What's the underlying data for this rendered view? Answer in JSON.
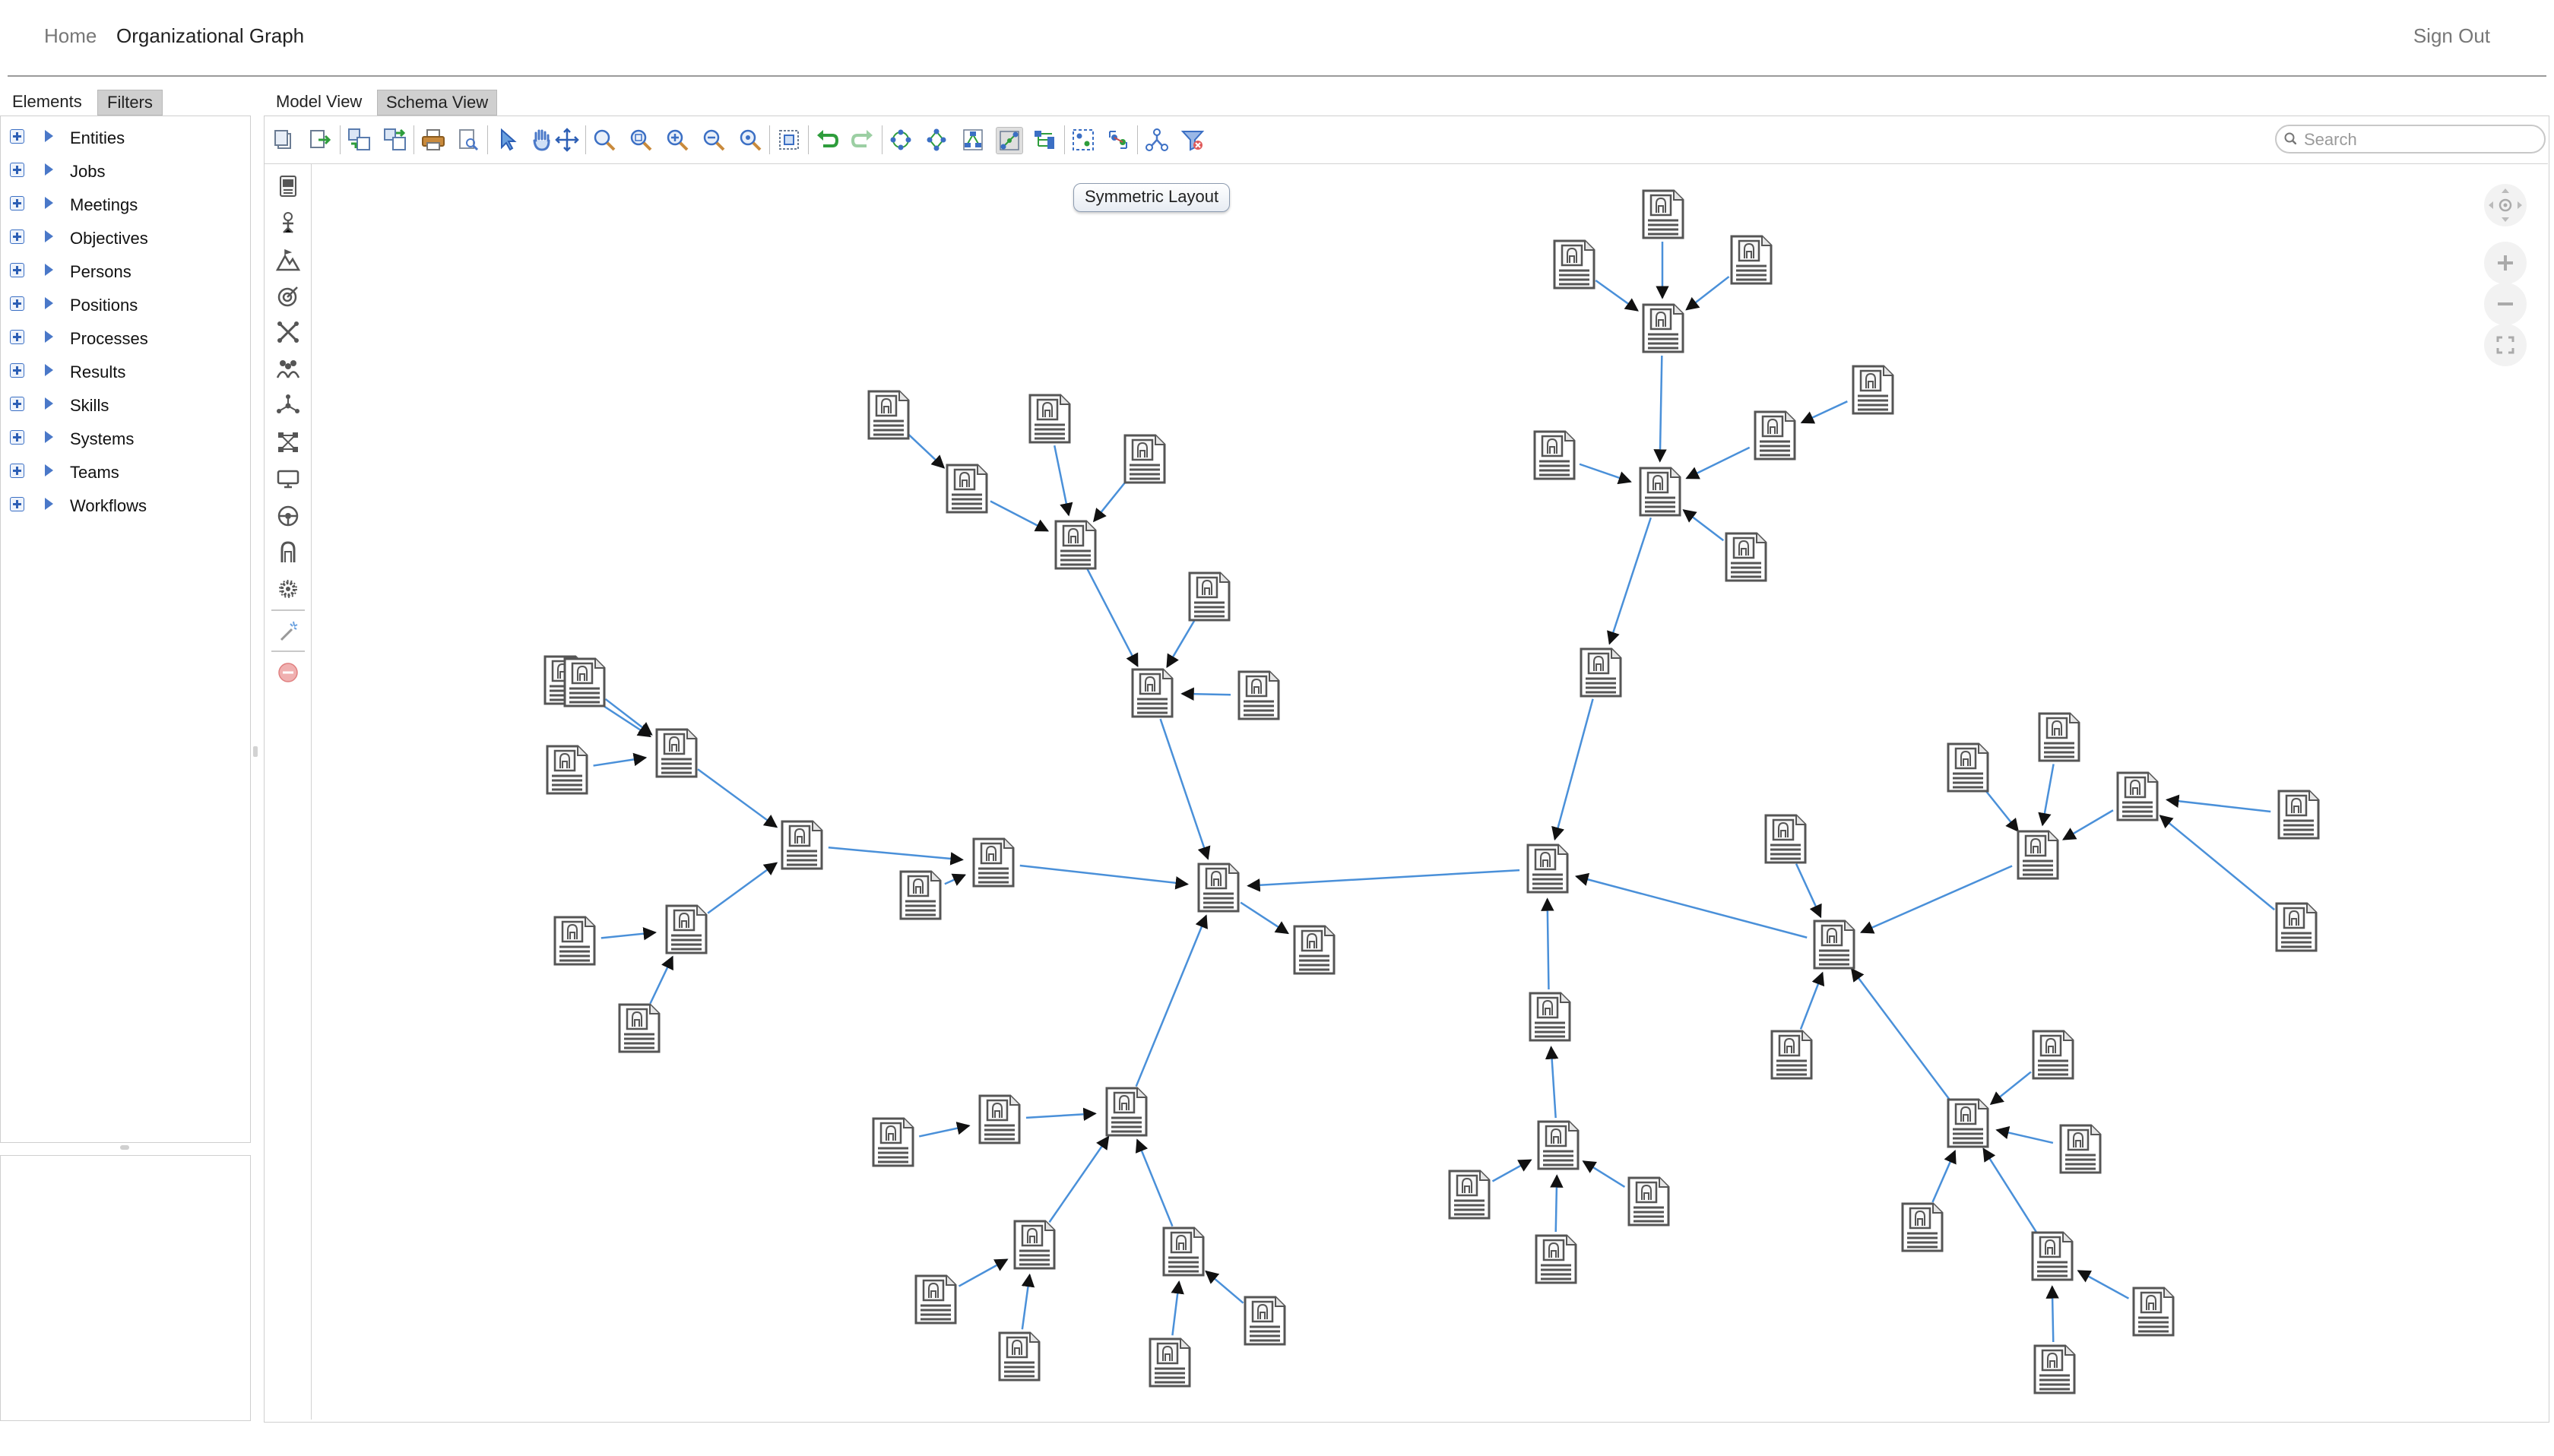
{
  "header": {
    "home_label": "Home",
    "current_page": "Organizational Graph",
    "sign_out_label": "Sign Out"
  },
  "left_panel": {
    "tabs": [
      {
        "label": "Elements",
        "selected": false
      },
      {
        "label": "Filters",
        "selected": true
      }
    ],
    "tree_items": [
      {
        "label": "Entities"
      },
      {
        "label": "Jobs"
      },
      {
        "label": "Meetings"
      },
      {
        "label": "Objectives"
      },
      {
        "label": "Persons"
      },
      {
        "label": "Positions"
      },
      {
        "label": "Processes"
      },
      {
        "label": "Results"
      },
      {
        "label": "Skills"
      },
      {
        "label": "Systems"
      },
      {
        "label": "Teams"
      },
      {
        "label": "Workflows"
      }
    ]
  },
  "view_tabs": [
    {
      "label": "Model View",
      "selected": false
    },
    {
      "label": "Schema View",
      "selected": true
    }
  ],
  "toolbar": {
    "buttons": [
      "new-diagram-icon",
      "export-icon",
      "import-icon",
      "import-layout-icon",
      "print-icon",
      "print-preview-icon",
      "select-pointer-icon",
      "pan-hand-icon",
      "move-icon",
      "zoom-fit-icon",
      "zoom-region-icon",
      "zoom-in-icon",
      "zoom-out-icon",
      "zoom-actual-icon",
      "fit-selection-icon",
      "undo-icon",
      "redo-icon",
      "circular-layout-icon",
      "organic-layout-icon",
      "hierarchic-layout-icon",
      "symmetric-layout-icon",
      "tree-layout-icon",
      "group-nodes-icon",
      "ungroup-nodes-icon",
      "network-icon",
      "filter-icon"
    ],
    "active_button": "symmetric-layout-icon",
    "tooltip_text": "Symmetric Layout"
  },
  "search": {
    "placeholder": "Search",
    "value": ""
  },
  "palette": {
    "buttons": [
      "position-icon",
      "person-icon",
      "objective-icon",
      "target-icon",
      "skill-icon",
      "team-icon",
      "network-icon",
      "system-icon",
      "computer-icon",
      "steering-icon",
      "user-icon",
      "gear-icon",
      "magic-wand-icon",
      "remove-icon"
    ]
  },
  "nav_controls": [
    "pan-control-icon",
    "zoom-in-icon",
    "zoom-out-icon",
    "fit-screen-icon"
  ],
  "colors": {
    "edge": "#4a90d9",
    "arrowhead": "#111111",
    "node_stroke": "#555555",
    "tab_selected_bg": "#cfcfcf"
  },
  "graph": {
    "node_icon": "document-node-icon",
    "node_count": 67,
    "edge_count": 66
  }
}
